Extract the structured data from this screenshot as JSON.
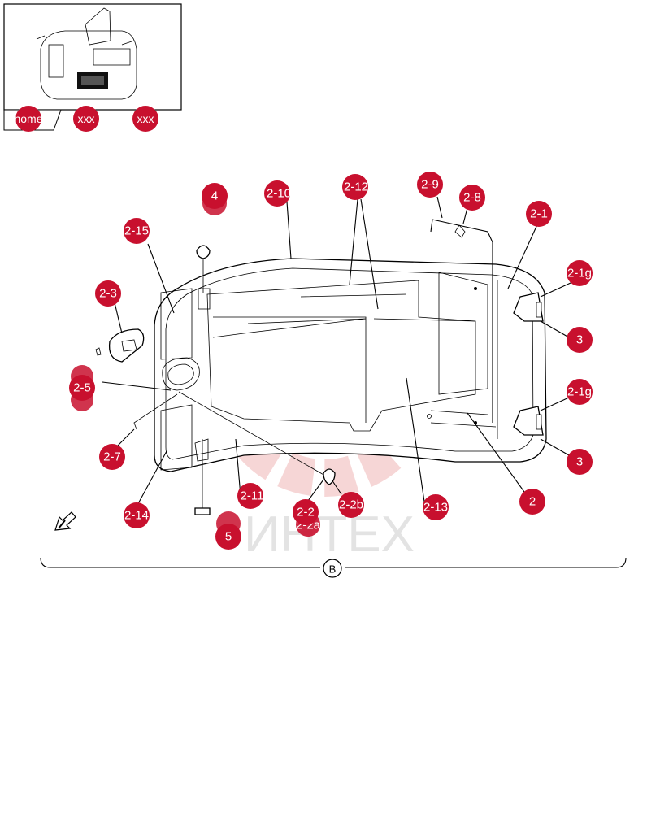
{
  "nav": {
    "home_label": "home",
    "prev_label": "xxx",
    "next_label": "xxx"
  },
  "section_marker": "B",
  "watermark": "ИНТЕХ",
  "colors": {
    "callout": "#c8102e",
    "watermark": "#f2c4c4"
  },
  "callouts": {
    "c4": "4",
    "c2_10": "2-10",
    "c2_12": "2-12",
    "c2_9": "2-9",
    "c2_8": "2-8",
    "c2_1": "2-1",
    "c2_15": "2-15",
    "c2_3": "2-3",
    "c2_1g_a": "2-1g",
    "c3_a": "3",
    "c2_5": "2-5",
    "c2_1g_b": "2-1g",
    "c2_7": "2-7",
    "c3_b": "3",
    "c2_11": "2-11",
    "c2_14": "2-14",
    "c2_2": "2-2",
    "c2_2b": "2-2b",
    "c2_13": "2-13",
    "c2": "2",
    "c5": "5",
    "c2_2a": "2-2a"
  }
}
